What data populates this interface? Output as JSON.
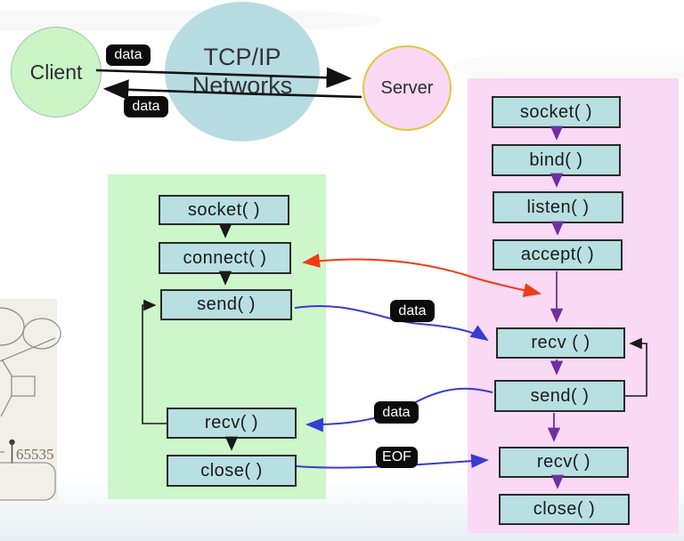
{
  "network_diagram": {
    "client": "Client",
    "network_line1": "TCP/IP",
    "network_line2": "Networks",
    "server": "Server",
    "request_label": "data",
    "response_label": "data"
  },
  "client_flow": {
    "steps": [
      "socket( )",
      "connect( )",
      "send( )",
      "recv( )",
      "close( )"
    ]
  },
  "server_flow": {
    "steps": [
      "socket( )",
      "bind( )",
      "listen( )",
      "accept( )",
      "recv ( )",
      "send( )",
      "recv( )",
      "close( )"
    ]
  },
  "messages": {
    "client_to_server": "data",
    "server_to_client": "data",
    "eof": "EOF"
  },
  "fragment": {
    "port_number": "65535"
  },
  "colors": {
    "client_circle": "#cbf4c7",
    "network_circle": "#b6dce2",
    "server_circle": "#fbd8f3",
    "server_circle_border": "#ddc93f",
    "client_panel": "#cdf6cb",
    "server_panel": "#f9d9f4",
    "flow_box": "#b8dfe2",
    "badge_bg": "#0c0c0c",
    "badge_text": "#ffffff",
    "arrow_black": "#1a1a1a",
    "arrow_purple": "#7030a0",
    "arrow_red": "#f23b14",
    "arrow_blue": "#3a3ad0"
  }
}
